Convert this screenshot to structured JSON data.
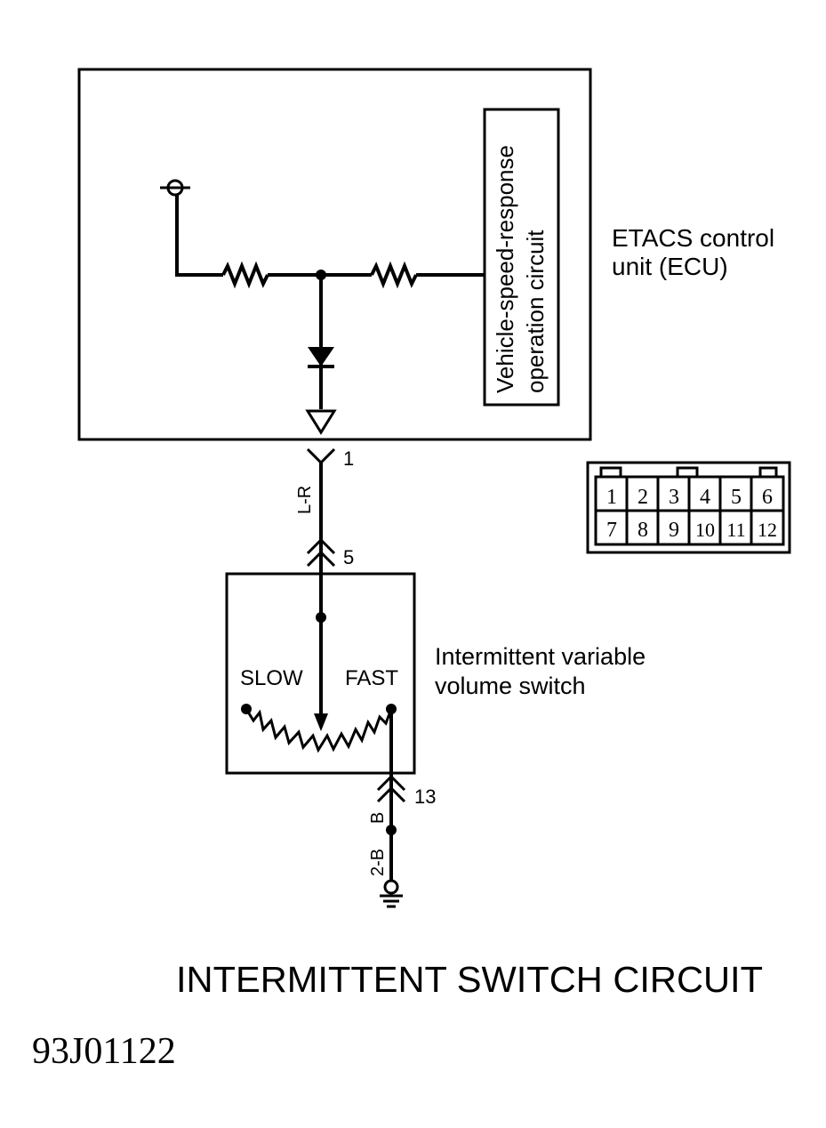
{
  "ecu": {
    "label_line1": "ETACS control",
    "label_line2": "unit (ECU)",
    "inner_box_line1": "Vehicle-speed-response",
    "inner_box_line2": "operation circuit"
  },
  "connectors": {
    "ecu_pin": "1",
    "switch_pin_top": "5",
    "switch_pin_bottom": "13"
  },
  "wires": {
    "upper_color_code": "L-R",
    "lower_wire_code": "B",
    "lower_ground_code": "2-B"
  },
  "switch": {
    "label_line1": "Intermittent variable",
    "label_line2": "volume switch",
    "slow_label": "SLOW",
    "fast_label": "FAST"
  },
  "connector_face": {
    "row1": [
      "1",
      "2",
      "3",
      "4",
      "5",
      "6"
    ],
    "row2": [
      "7",
      "8",
      "9",
      "10",
      "11",
      "12"
    ]
  },
  "title": "INTERMITTENT SWITCH CIRCUIT",
  "figure_code": "93J01122"
}
